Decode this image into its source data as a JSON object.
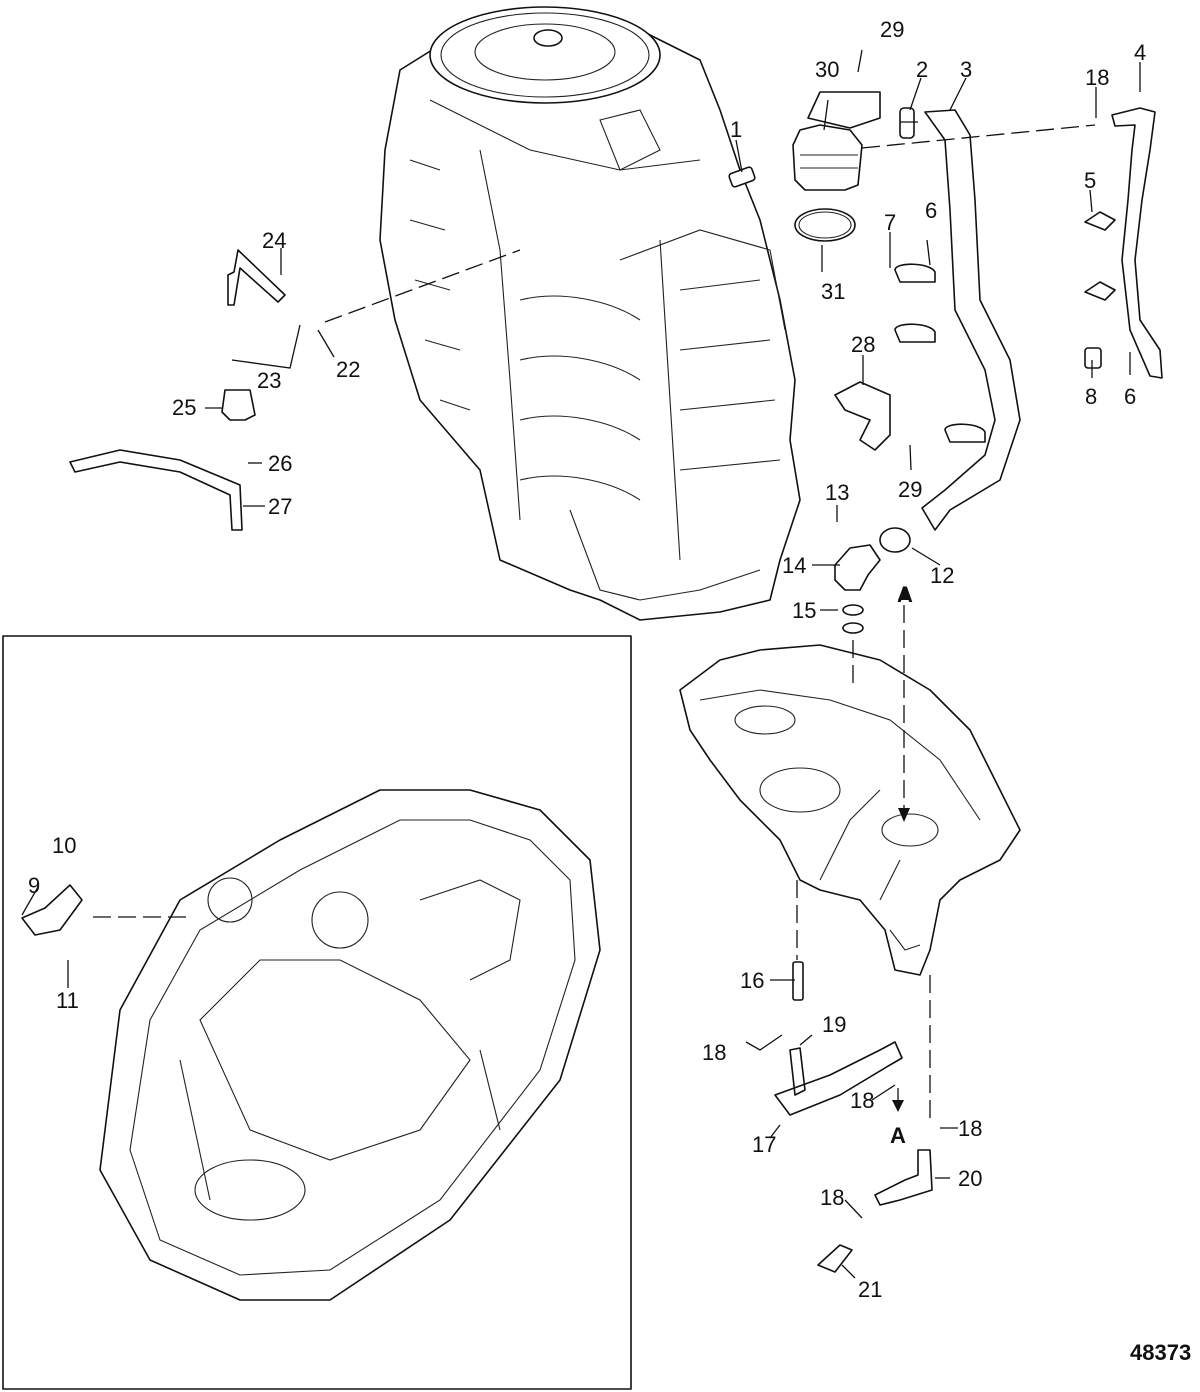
{
  "figure_number": "48373",
  "reference_letter": "A",
  "callouts": [
    "1",
    "2",
    "3",
    "4",
    "5",
    "6",
    "7",
    "8",
    "9",
    "10",
    "11",
    "12",
    "13",
    "14",
    "15",
    "16",
    "17",
    "18",
    "19",
    "20",
    "21",
    "22",
    "23",
    "24",
    "25",
    "26",
    "27",
    "28",
    "29",
    "30",
    "31"
  ]
}
